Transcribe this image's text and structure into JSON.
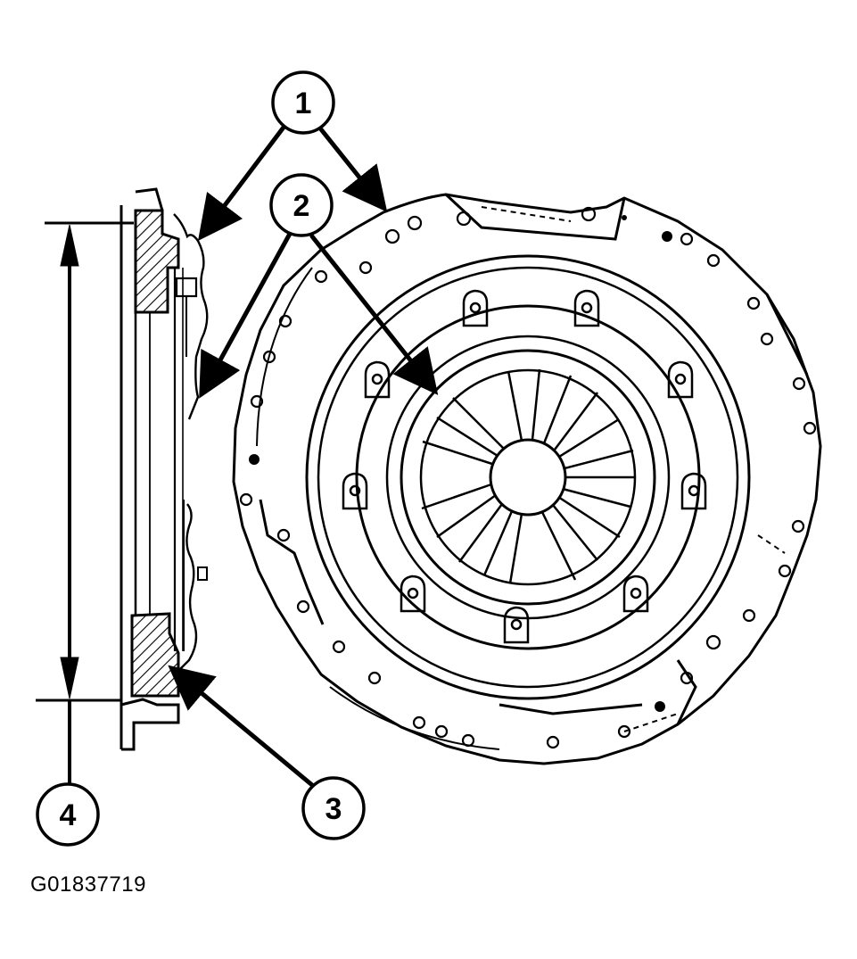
{
  "diagram": {
    "callouts": [
      {
        "id": "1",
        "label": "1"
      },
      {
        "id": "2",
        "label": "2"
      },
      {
        "id": "3",
        "label": "3"
      },
      {
        "id": "4",
        "label": "4"
      }
    ],
    "figure_code": "G01837719"
  },
  "colors": {
    "ink": "#000000",
    "paper": "#ffffff"
  }
}
